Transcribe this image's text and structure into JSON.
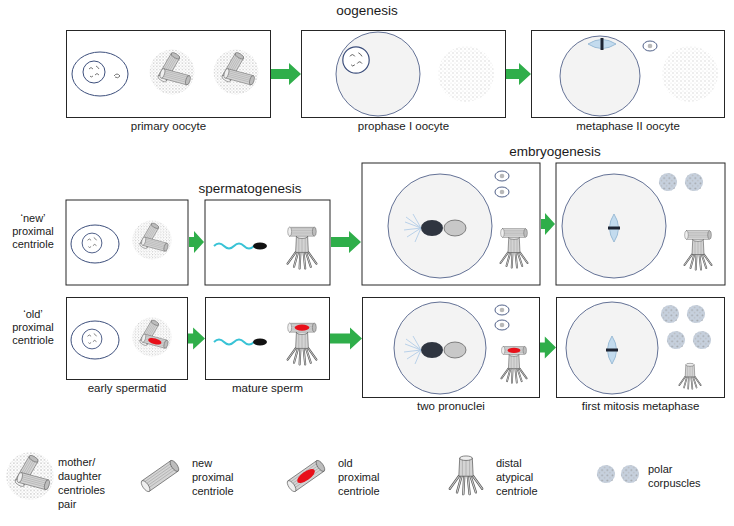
{
  "diagram": {
    "nodes": [
      {
        "text": [
          "primary oocyte"
        ]
      },
      {
        "text": [
          "prophase I oocyte"
        ]
      },
      {
        "text": [
          "metaphase II oocyte"
        ]
      },
      {
        "text": [
          "early spermatid"
        ]
      },
      {
        "text": [
          "mature sperm"
        ]
      },
      {
        "text": [
          "two pronuclei"
        ]
      },
      {
        "text": [
          "first mitosis metaphase"
        ]
      }
    ],
    "edges": [
      {
        "from": 0,
        "to": 1,
        "arrow": "to"
      },
      {
        "from": 1,
        "to": 2,
        "arrow": "to"
      },
      {
        "from": 3,
        "to": 4,
        "arrow": "to"
      },
      {
        "from": 4,
        "to": 5,
        "arrow": "to"
      },
      {
        "from": 5,
        "to": 6,
        "arrow": "to"
      }
    ],
    "labels": [
      "oogenesis",
      "spermatogenesis",
      "embryogenesis",
      "‘new’ proximal centriole",
      "‘old’ proximal centriole"
    ],
    "legend": [
      {
        "text": "mother/ daughter centrioles pair"
      },
      {
        "text": "new proximal centriole"
      },
      {
        "text": "old proximal centriole"
      },
      {
        "text": "distal atypical centriole"
      },
      {
        "text": "polar corpuscles"
      }
    ]
  }
}
